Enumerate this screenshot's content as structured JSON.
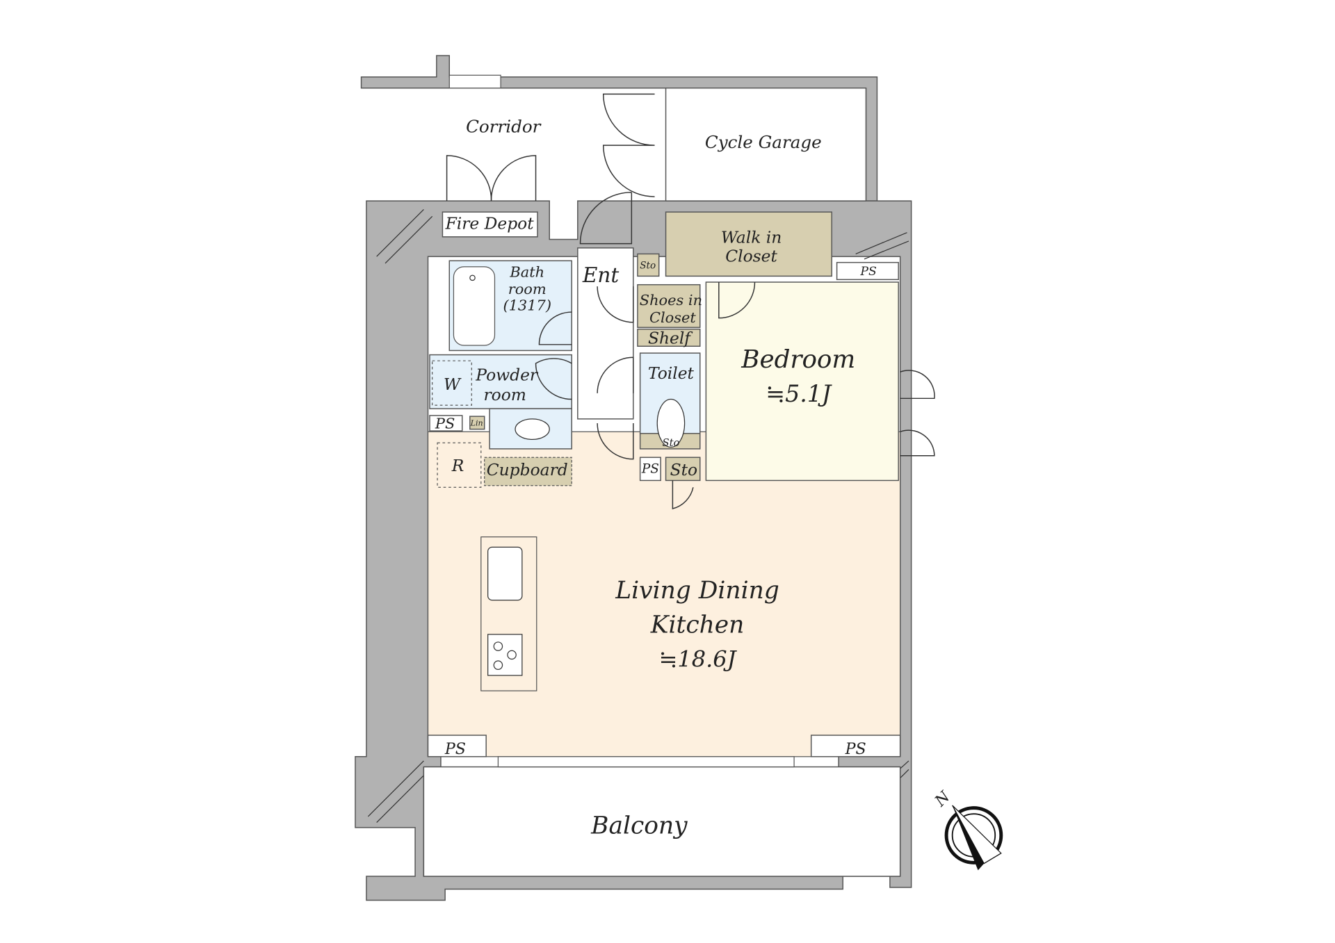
{
  "floorplan": {
    "rooms": {
      "corridor": "Corridor",
      "cycle_garage": "Cycle Garage",
      "fire_depot": "Fire Depot",
      "walk_in_closet": [
        "Walk in",
        "Closet"
      ],
      "ent": "Ent",
      "sto": "Sto",
      "ps": "PS",
      "bathroom": [
        "Bath",
        "room",
        "(1317)"
      ],
      "shoes_in_closet": [
        "Shoes in",
        "Closet"
      ],
      "shelf": "Shelf",
      "bedroom": {
        "name": "Bedroom",
        "area": "≒5.1J"
      },
      "powder_room": [
        "Powder",
        "room"
      ],
      "washer": "W",
      "toilet": "Toilet",
      "lin": "Lin",
      "refrigerator": "R",
      "cupboard": "Cupboard",
      "ldk": {
        "name": [
          "Living Dining",
          "Kitchen"
        ],
        "area": "≒18.6J"
      },
      "balcony": "Balcony"
    },
    "compass": {
      "label": "N"
    },
    "colors": {
      "wall": "#b2b2b2",
      "ldk": "#fdf0df",
      "bedroom": "#fdfbe8",
      "wet": "#e4f1fa",
      "storage": "#d7cfb0"
    }
  }
}
